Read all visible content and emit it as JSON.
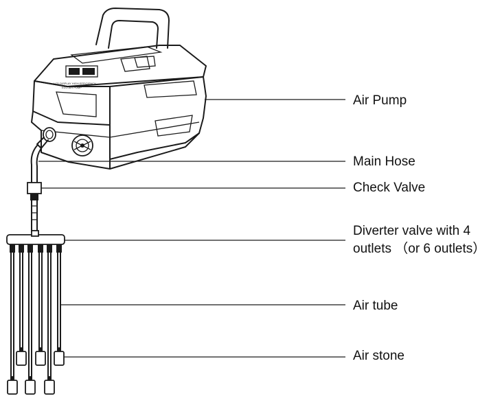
{
  "pump_panel": {
    "display_text_1": "LCD DISPLAY HIGH EFFICIENCY",
    "display_text_2": "ECO AIR PUMP"
  },
  "labels": {
    "air_pump": "Air Pump",
    "main_hose": "Main Hose",
    "check_valve": "Check Valve",
    "diverter_line1": "Diverter valve with 4",
    "diverter_line2": "outlets （or  6 outlets）",
    "air_tube": "Air tube",
    "air_stone": "Air stone"
  },
  "colors": {
    "ink": "#1a1a1a",
    "background": "#ffffff"
  }
}
